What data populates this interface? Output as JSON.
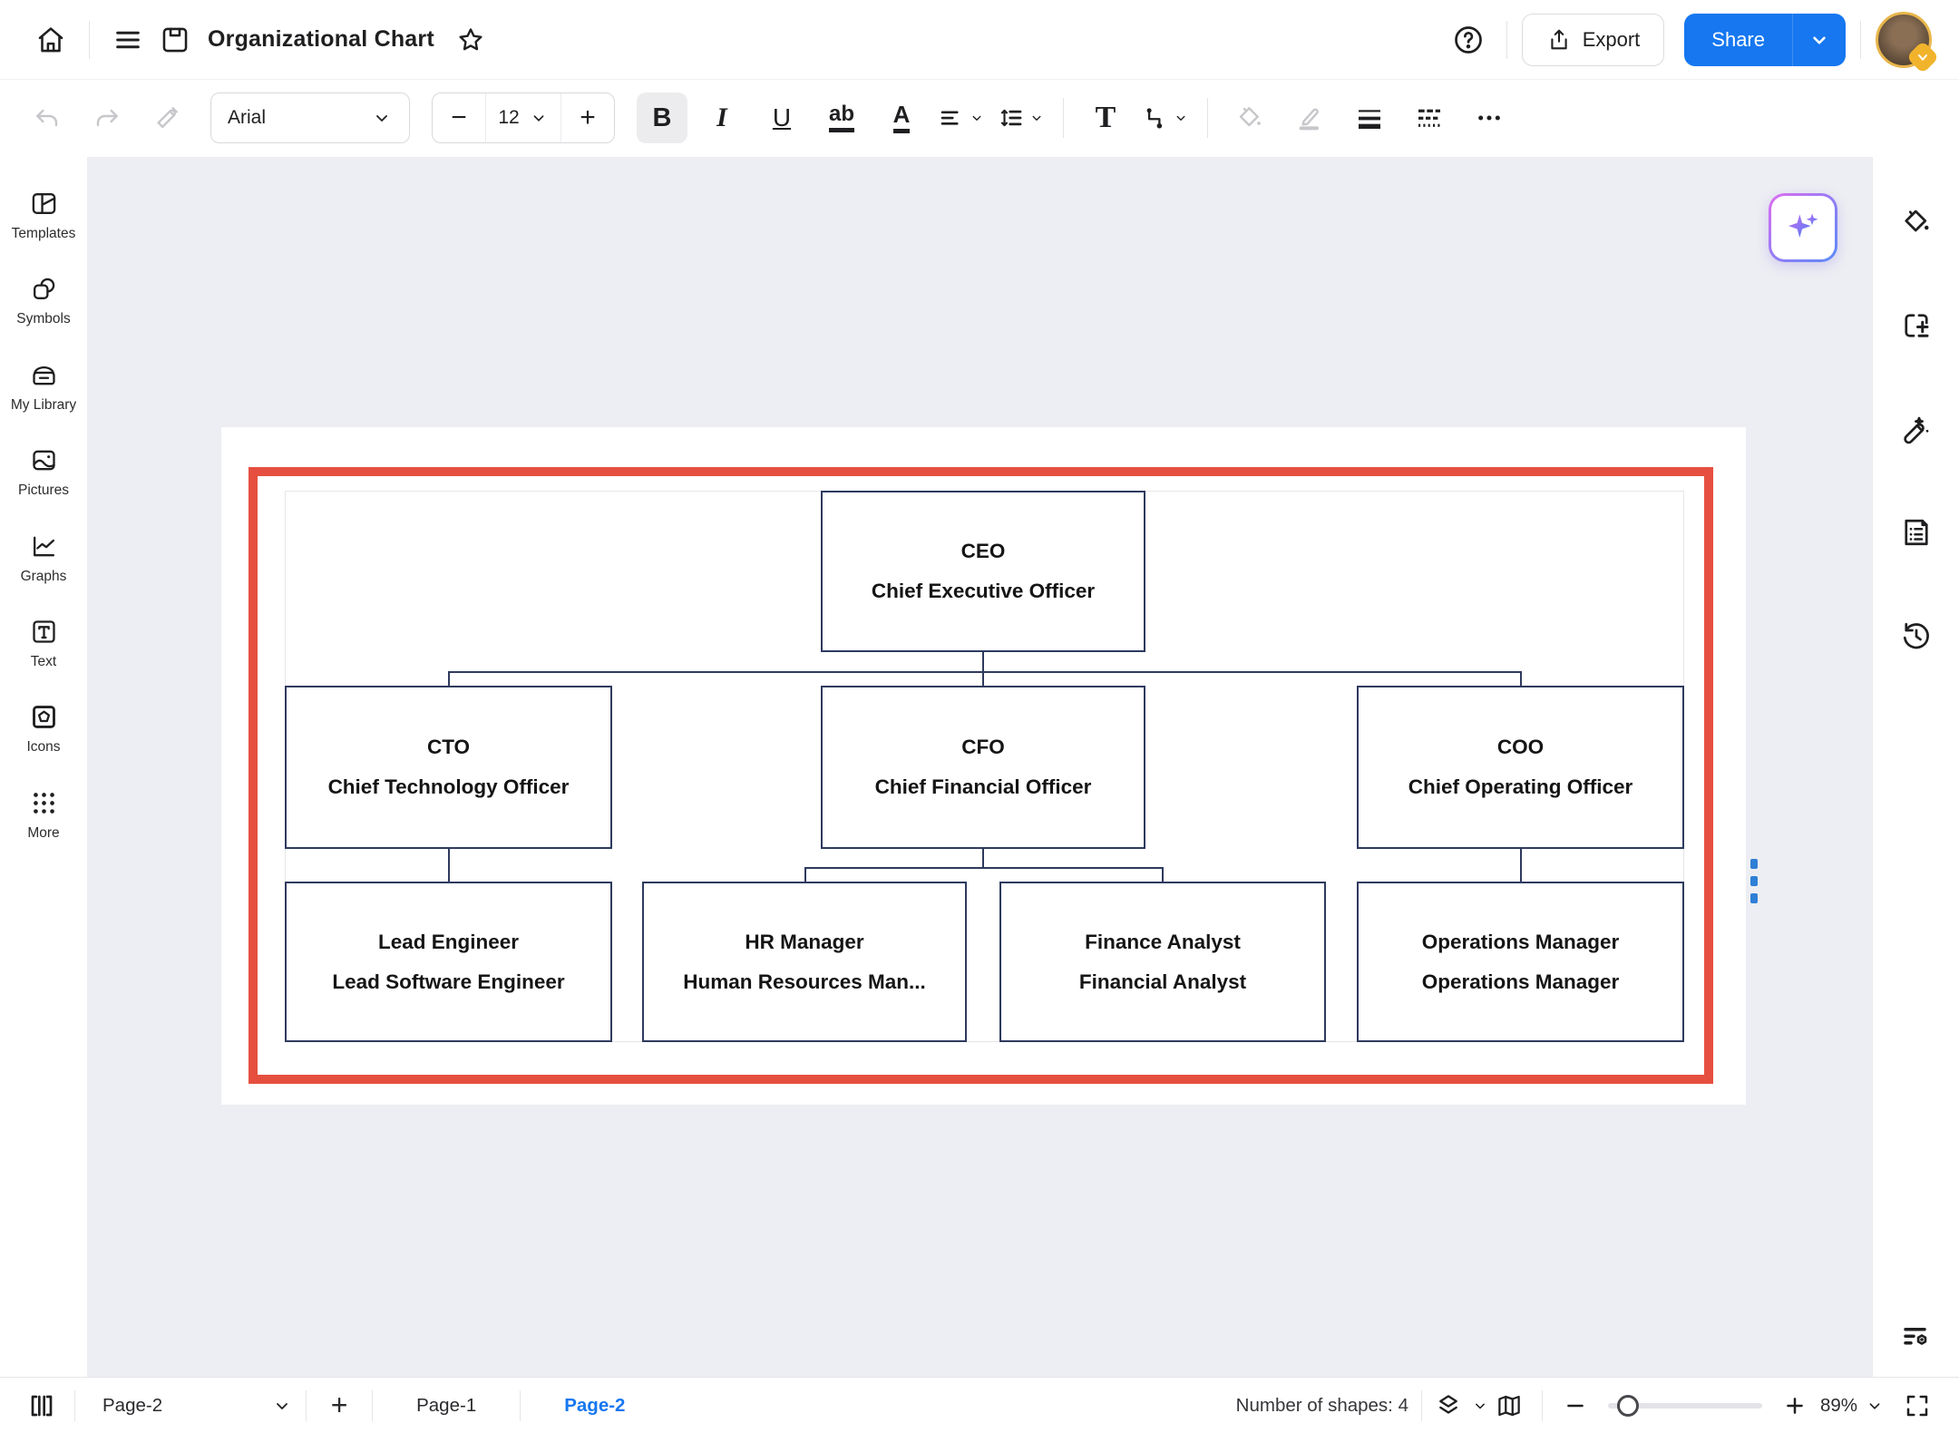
{
  "header": {
    "title": "Organizational Chart",
    "export_label": "Export",
    "share_label": "Share",
    "icons": [
      "home-icon",
      "menu-icon",
      "save-icon",
      "star-icon",
      "help-icon",
      "user-avatar"
    ]
  },
  "toolbar": {
    "font_family": "Arial",
    "font_size": "12",
    "minus_label": "−",
    "plus_label": "+",
    "bold_label": "B",
    "italic_label": "I",
    "underline_label": "U",
    "highlight_label": "ab",
    "font_color_label": "A",
    "text_tool_label": "T",
    "icons": [
      "undo-icon",
      "redo-icon",
      "format-painter-icon",
      "align-icon",
      "line-spacing-icon",
      "connector-icon",
      "fill-color-icon",
      "line-color-icon",
      "line-weight-icon",
      "line-style-icon",
      "more-icon"
    ]
  },
  "sidebar": {
    "items": [
      {
        "label": "Templates",
        "icon": "templates-icon"
      },
      {
        "label": "Symbols",
        "icon": "symbols-icon"
      },
      {
        "label": "My Library",
        "icon": "library-icon"
      },
      {
        "label": "Pictures",
        "icon": "pictures-icon"
      },
      {
        "label": "Graphs",
        "icon": "graphs-icon"
      },
      {
        "label": "Text",
        "icon": "text-icon"
      },
      {
        "label": "Icons",
        "icon": "icons-icon"
      },
      {
        "label": "More",
        "icon": "more-grid-icon"
      }
    ]
  },
  "rightbar": {
    "icons": [
      "fill-style-icon",
      "insert-frame-icon",
      "beautify-brush-icon",
      "notes-icon",
      "history-icon",
      "view-options-icon"
    ],
    "ai_button": "ai-assistant-sparkle"
  },
  "canvas": {
    "nodes": [
      {
        "id": "ceo",
        "title": "CEO",
        "subtitle": "Chief Executive Officer"
      },
      {
        "id": "cto",
        "title": "CTO",
        "subtitle": "Chief Technology Officer"
      },
      {
        "id": "cfo",
        "title": "CFO",
        "subtitle": "Chief Financial Officer"
      },
      {
        "id": "coo",
        "title": "COO",
        "subtitle": "Chief Operating Officer"
      },
      {
        "id": "lead",
        "title": "Lead Engineer",
        "subtitle": "Lead Software Engineer"
      },
      {
        "id": "hr",
        "title": "HR Manager",
        "subtitle": "Human Resources Man..."
      },
      {
        "id": "fin",
        "title": "Finance Analyst",
        "subtitle": "Financial Analyst"
      },
      {
        "id": "ops",
        "title": "Operations Manager",
        "subtitle": "Operations Manager"
      }
    ]
  },
  "footer": {
    "page_selector": "Page-2",
    "add_label": "+",
    "tabs": [
      {
        "label": "Page-1"
      },
      {
        "label": "Page-2"
      }
    ],
    "shapes_label": "Number of shapes: 4",
    "zoom_level": "89%"
  },
  "colors": {
    "accent_blue": "#1677f0",
    "selection_red": "#e64f3f",
    "node_border_navy": "#2e3a5e",
    "canvas_gray": "#edeef3"
  }
}
